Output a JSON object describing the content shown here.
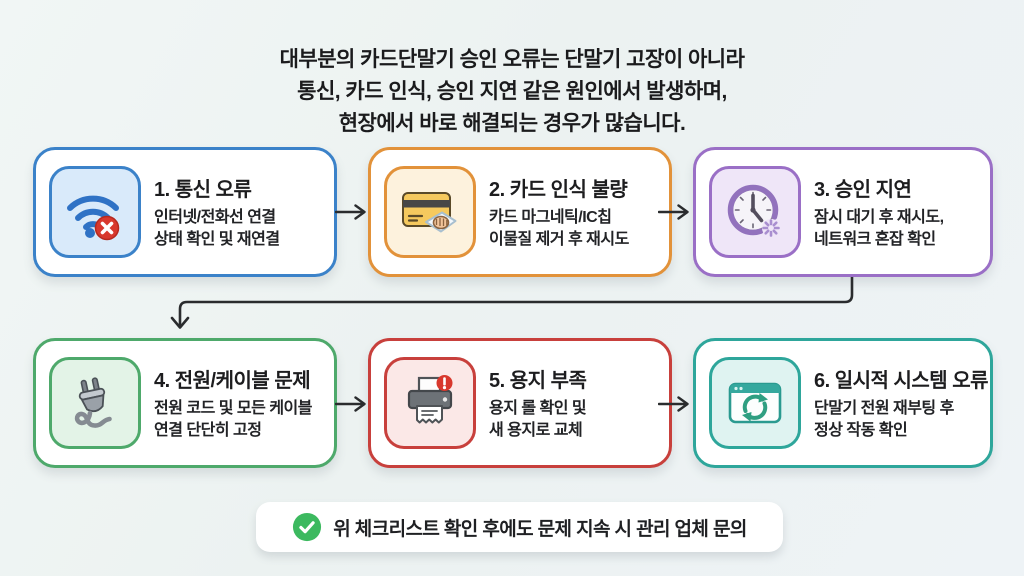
{
  "header": {
    "text": "대부분의 카드단말기 승인 오류는 단말기 고장이 아니라\n통신, 카드 인식, 승인 지연 같은 원인에서 발생하며,\n현장에서 바로 해결되는 경우가 많습니다."
  },
  "steps": [
    {
      "title": "1. 통신 오류",
      "description": "인터넷/전화선 연결\n상태 확인 및 재연결",
      "icon": "wifi-error-icon",
      "accent_color": "#3b82c9",
      "tile_bg": "#d9eafa"
    },
    {
      "title": "2. 카드 인식 불량",
      "description": "카드 마그네틱/IC칩\n이물질 제거 후 재시도",
      "icon": "card-clean-icon",
      "accent_color": "#e2923a",
      "tile_bg": "#fdf2dd"
    },
    {
      "title": "3. 승인 지연",
      "description": "잠시 대기 후 재시도,\n네트워크 혼잡 확인",
      "icon": "clock-waiting-icon",
      "accent_color": "#9a6fc6",
      "tile_bg": "#efe6f8"
    },
    {
      "title": "4. 전원/케이블 문제",
      "description": "전원 코드 및 모든 케이블\n연결 단단히 고정",
      "icon": "power-plug-icon",
      "accent_color": "#4ea96b",
      "tile_bg": "#e3f3e7"
    },
    {
      "title": "5. 용지 부족",
      "description": "용지 롤 확인 및\n새 용지로 교체",
      "icon": "printer-alert-icon",
      "accent_color": "#c8403c",
      "tile_bg": "#fbe8e7"
    },
    {
      "title": "6. 일시적 시스템 오류",
      "description": "단말기 전원 재부팅 후\n정상 작동 확인",
      "icon": "system-refresh-icon",
      "accent_color": "#2ea69b",
      "tile_bg": "#dff3f1"
    }
  ],
  "footer": {
    "text": "위 체크리스트 확인 후에도 문제 지속 시 관리 업체 문의",
    "icon": "check-circle-icon",
    "check_color": "#3cb95f"
  },
  "arrow_color": "#2a2c2e"
}
